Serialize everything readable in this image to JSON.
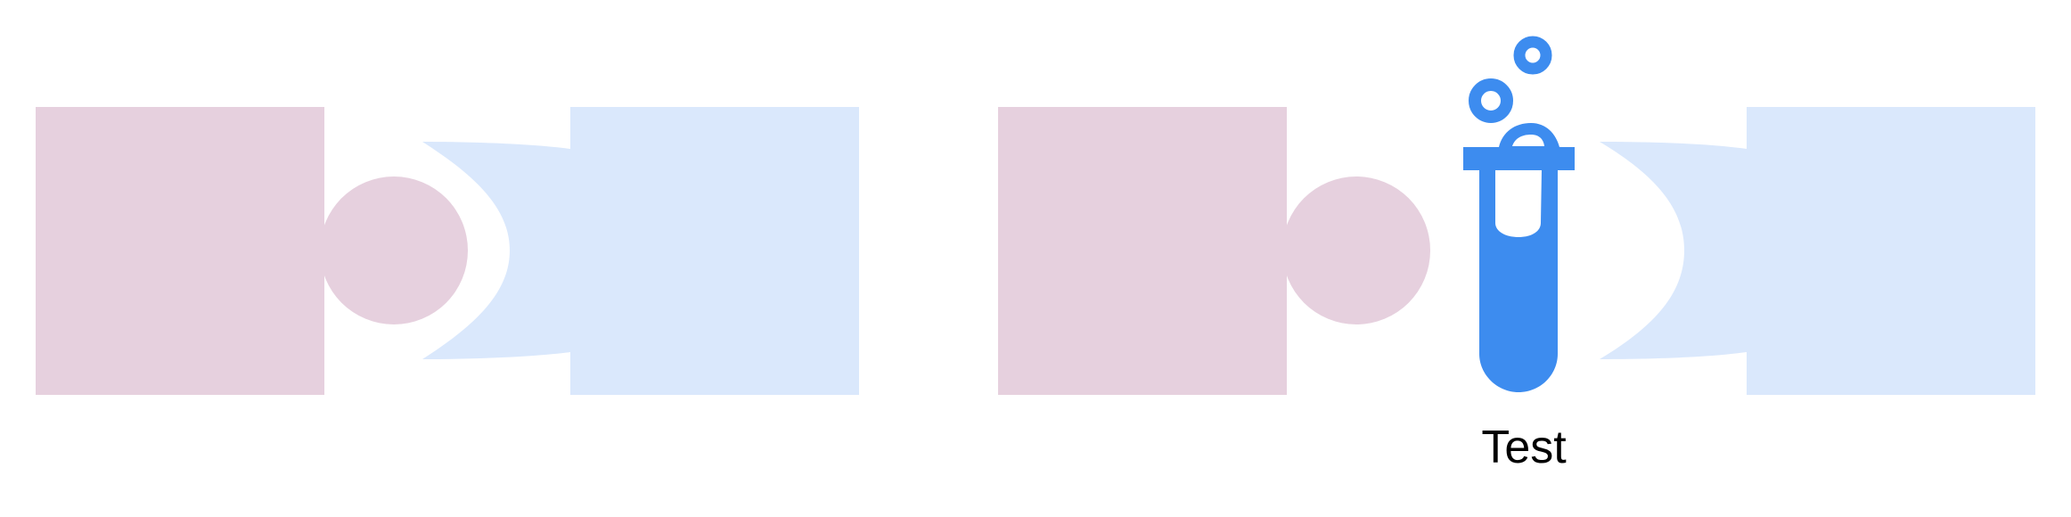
{
  "colors": {
    "provider": "#E6D0DE",
    "consumer": "#DAE8FC",
    "icon": "#3D8CEF",
    "background": "#FFFFFF"
  },
  "groups": [
    {
      "id": "left-pair",
      "icon": null
    },
    {
      "id": "right-pair",
      "icon": "test-tube-icon",
      "label": "Test"
    }
  ]
}
